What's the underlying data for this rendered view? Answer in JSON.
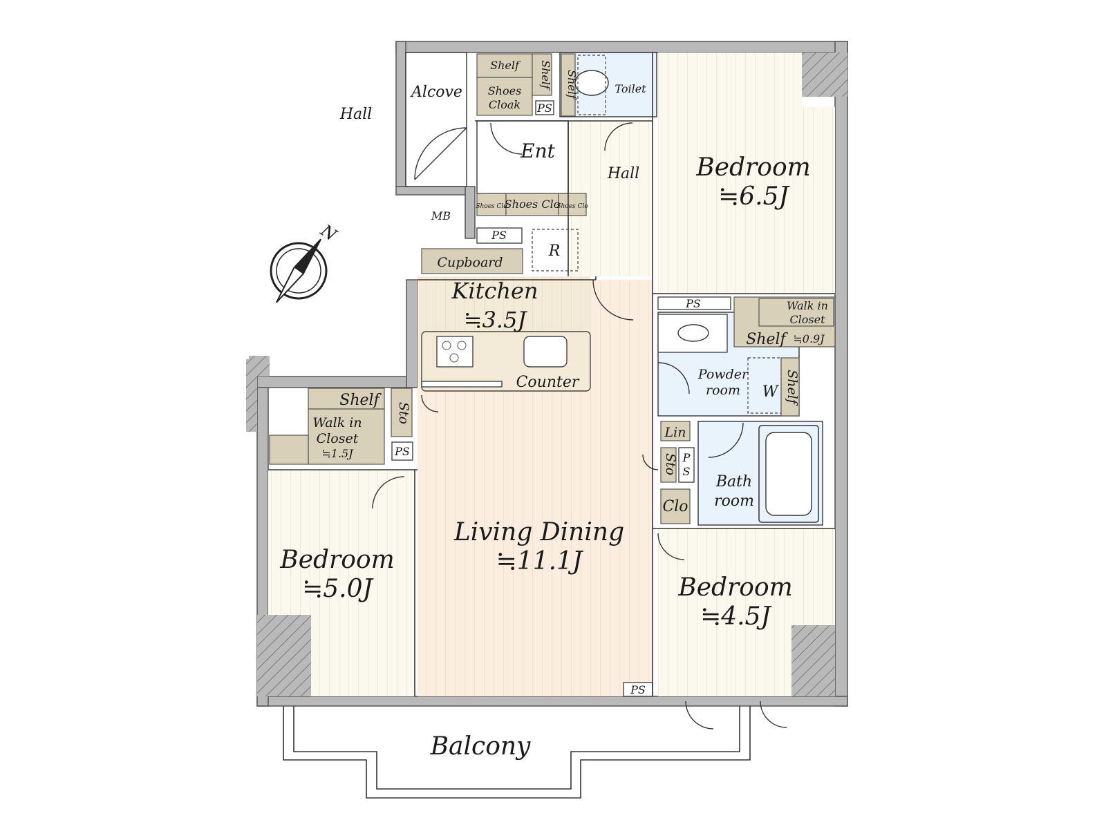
{
  "rooms": {
    "hall_outside": "Hall",
    "alcove": "Alcove",
    "mb": "MB",
    "shelf_top": "Shelf",
    "shelf_vertical_top": "Shelf",
    "shelf_toilet": "Shelf",
    "shoes_cloak_1": "Shoes",
    "shoes_cloak_2": "Cloak",
    "ps_top": "PS",
    "toilet": "Toilet",
    "entrance": "Ent",
    "hall_inner": "Hall",
    "shoes_clo_small_left": "Shoes Clo",
    "shoes_clo": "Shoes Clo",
    "shoes_clo_small_right": "Shoes Clo",
    "ps_ent": "PS",
    "refrigerator": "R",
    "cupboard": "Cupboard",
    "kitchen": "Kitchen",
    "kitchen_area": "≒3.5J",
    "counter": "Counter",
    "bedroom_ne": "Bedroom",
    "bedroom_ne_area": "≒6.5J",
    "ps_ne": "PS",
    "walk_in_closet_ne_1": "Walk in",
    "walk_in_closet_ne_2": "Closet",
    "walk_in_closet_ne_shelf": "Shelf",
    "walk_in_closet_ne_area": "≒0.9J",
    "powder_room_1": "Powder",
    "powder_room_2": "room",
    "washer": "W",
    "shelf_powder": "Shelf",
    "linen": "Lin",
    "storage_east": "Sto",
    "ps_bath_1": "P",
    "ps_bath_2": "S",
    "bath_room_1": "Bath",
    "bath_room_2": "room",
    "closet_east": "Clo",
    "shelf_west": "Shelf",
    "storage_west": "Sto",
    "walk_in_closet_w_1": "Walk in",
    "walk_in_closet_w_2": "Closet",
    "walk_in_closet_w_area": "≒1.5J",
    "ps_west": "PS",
    "bedroom_w": "Bedroom",
    "bedroom_w_area": "≒5.0J",
    "living_dining": "Living Dining",
    "living_dining_area": "≒11.1J",
    "bedroom_se": "Bedroom",
    "bedroom_se_area": "≒4.5J",
    "ps_south": "PS",
    "balcony": "Balcony"
  },
  "compass": {
    "label": "N",
    "rotation_deg": 35
  },
  "colors": {
    "wall": "#b9b9b9",
    "living": "#fbeee0",
    "kitchen": "#f4ead8",
    "bedroom": "#fbf9ee",
    "wet": "#e8f3fb",
    "storage": "#d8d0b8",
    "floor_line": "#e2d9c4"
  }
}
